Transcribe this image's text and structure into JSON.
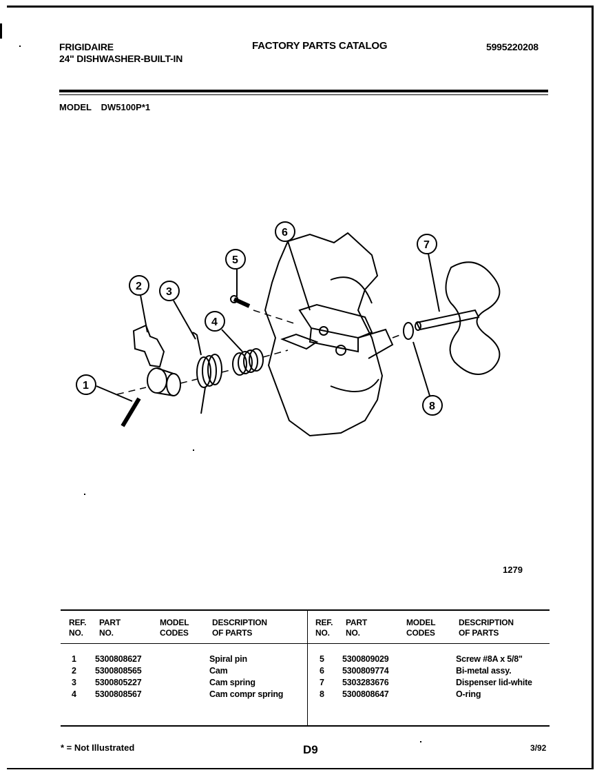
{
  "header": {
    "brand": "FRIGIDAIRE",
    "product": "24\" DISHWASHER-BUILT-IN",
    "catalog_title": "FACTORY PARTS CATALOG",
    "catalog_number": "5995220208",
    "model_label": "MODEL",
    "model_number": "DW5100P*1"
  },
  "diagram": {
    "callouts": [
      "1",
      "2",
      "3",
      "4",
      "5",
      "6",
      "7",
      "8"
    ],
    "illustration_number": "1279"
  },
  "table": {
    "headers": {
      "ref_no_1": "REF.",
      "ref_no_2": "NO.",
      "part_no_1": "PART",
      "part_no_2": "NO.",
      "model_codes_1": "MODEL",
      "model_codes_2": "CODES",
      "description_1": "DESCRIPTION",
      "description_2": "OF PARTS"
    },
    "left_rows": [
      {
        "ref": "1",
        "part": "5300808627",
        "model": "",
        "description": "Spiral pin"
      },
      {
        "ref": "2",
        "part": "5300808565",
        "model": "",
        "description": "Cam"
      },
      {
        "ref": "3",
        "part": "5300805227",
        "model": "",
        "description": "Cam spring"
      },
      {
        "ref": "4",
        "part": "5300808567",
        "model": "",
        "description": "Cam compr spring"
      }
    ],
    "right_rows": [
      {
        "ref": "5",
        "part": "5300809029",
        "model": "",
        "description": "Screw #8A x 5/8\""
      },
      {
        "ref": "6",
        "part": "5300809774",
        "model": "",
        "description": "Bi-metal assy."
      },
      {
        "ref": "7",
        "part": "5303283676",
        "model": "",
        "description": "Dispenser lid-white"
      },
      {
        "ref": "8",
        "part": "5300808647",
        "model": "",
        "description": "O-ring"
      }
    ]
  },
  "footer": {
    "note": "* = Not Illustrated",
    "page": "D9",
    "date": "3/92"
  }
}
